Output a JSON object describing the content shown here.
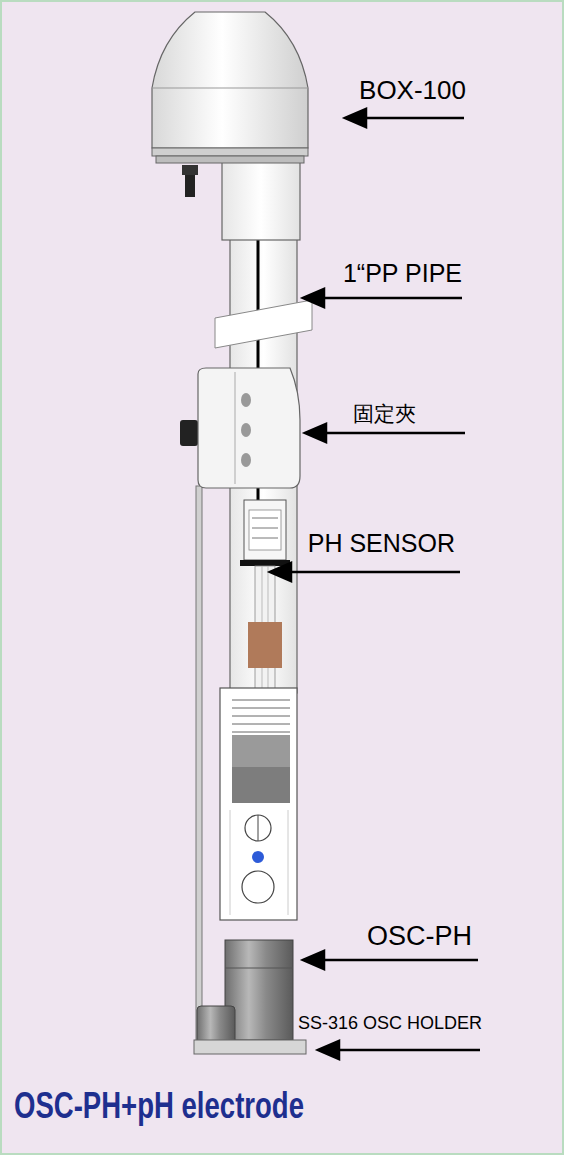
{
  "diagram": {
    "caption": "OSC-PH+pH electrode",
    "labels": [
      "BOX-100",
      "1“PP PIPE",
      "固定夾",
      "PH SENSOR",
      "OSC-PH",
      "SS-316 OSC HOLDER"
    ]
  }
}
